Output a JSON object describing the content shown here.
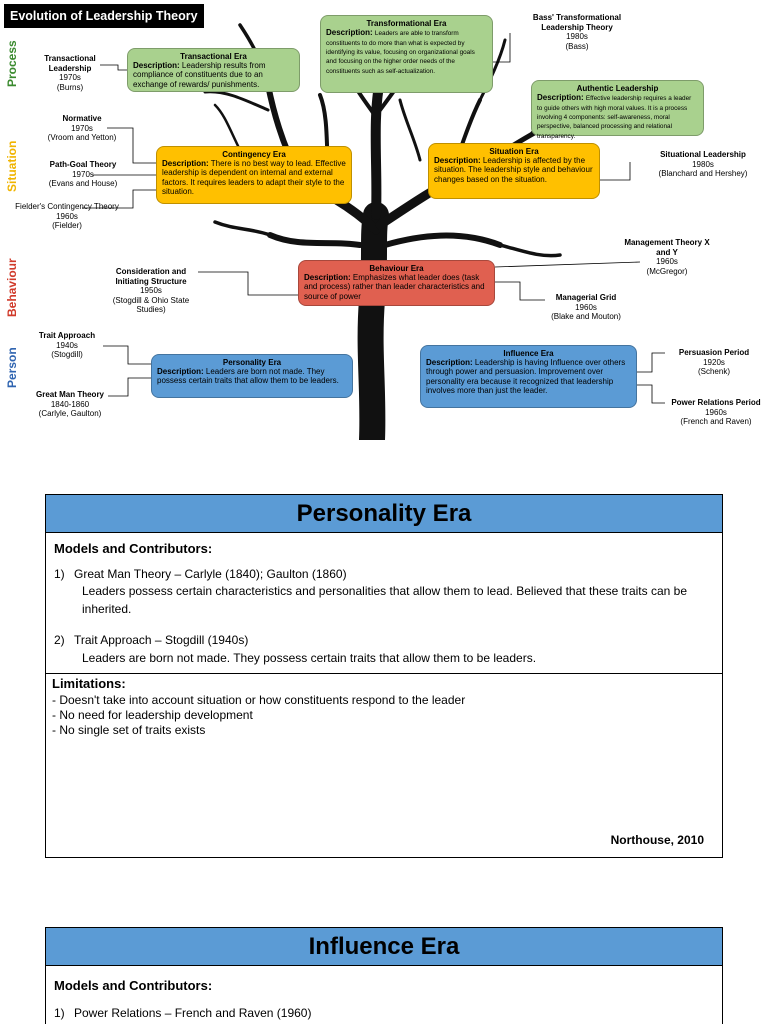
{
  "diagram": {
    "title": "Evolution of Leadership Theory",
    "side_labels": {
      "process": "Process",
      "situation": "Situation",
      "behaviour": "Behaviour",
      "person": "Person"
    },
    "colors": {
      "process": "#3a8a2e",
      "situation": "#f0b400",
      "behaviour": "#d03a2a",
      "person": "#2f64b0",
      "green_box": "#a9d18e",
      "orange_box": "#ffc000",
      "red_box": "#e06050",
      "blue_box": "#5b9bd5"
    },
    "desc_label": "Description:",
    "eras": {
      "transactional": {
        "title": "Transactional Era",
        "desc": "Leadership results from compliance of constituents due to an exchange of rewards/ punishments."
      },
      "transformational": {
        "title": "Transformational Era",
        "desc": "Leaders are able to transform constituents to do more than what is expected by identifying its value, focusing on organizational goals and focusing on the higher order needs of the constituents such as self-actualization."
      },
      "authentic": {
        "title": "Authentic Leadership",
        "desc": "Effective leadership requires a leader to guide others with high moral values. It is a process involving 4 components: self-awareness, moral perspective, balanced processing and relational transparency."
      },
      "contingency": {
        "title": "Contingency Era",
        "desc": "There is no best way to lead. Effective leadership is dependent on internal and external factors. It requires leaders to adapt their style to the situation."
      },
      "situation": {
        "title": "Situation Era",
        "desc": "Leadership is affected by the situation. The leadership style and behaviour changes based on the situation."
      },
      "behaviour": {
        "title": "Behaviour Era",
        "desc": "Emphasizes what leader does (task and process) rather than leader characteristics and source of power"
      },
      "personality": {
        "title": "Personality Era",
        "desc": "Leaders are born not made. They possess certain traits that allow them to be leaders."
      },
      "influence": {
        "title": "Influence Era",
        "desc": "Leadership is having Influence over others through power and persuasion. Improvement over personality era because it recognized that leadership involves more than just the leader."
      }
    },
    "theories": {
      "transactional_leadership": {
        "name": "Transactional Leadership",
        "year": "1970s",
        "author": "(Burns)"
      },
      "bass": {
        "name": "Bass' Transformational Leadership Theory",
        "year": "1980s",
        "author": "(Bass)"
      },
      "normative": {
        "name": "Normative",
        "year": "1970s",
        "author": "(Vroom and Yetton)"
      },
      "path_goal": {
        "name": "Path-Goal Theory",
        "year": "1970s",
        "author": "(Evans and House)"
      },
      "fiedler": {
        "name": "Fielder's Contingency Theory",
        "year": "1960s",
        "author": "(Fielder)"
      },
      "situational": {
        "name": "Situational Leadership",
        "year": "1980s",
        "author": "(Blanchard and Hershey)"
      },
      "management_xy": {
        "name": "Management Theory X and Y",
        "year": "1960s",
        "author": "(McGregor)"
      },
      "consideration": {
        "name": "Consideration and Initiating Structure",
        "year": "1950s",
        "author": "(Stogdill & Ohio State Studies)"
      },
      "managerial_grid": {
        "name": "Managerial Grid",
        "year": "1960s",
        "author": "(Blake and Mouton)"
      },
      "trait_approach": {
        "name": "Trait Approach",
        "year": "1940s",
        "author": "(Stogdill)"
      },
      "great_man": {
        "name": "Great Man Theory",
        "year": "1840-1860",
        "author": "(Carlyle, Gaulton)"
      },
      "persuasion": {
        "name": "Persuasion Period",
        "year": "1920s",
        "author": "(Schenk)"
      },
      "power_relations": {
        "name": "Power Relations Period",
        "year": "1960s",
        "author": "(French and Raven)"
      }
    }
  },
  "personality_section": {
    "heading": "Personality Era",
    "models_title": "Models and Contributors:",
    "items": [
      {
        "num": "1)",
        "title": "Great Man Theory – Carlyle (1840); Gaulton (1860)",
        "detail": "Leaders possess certain characteristics and personalities that allow them to lead.  Believed that these traits can be inherited."
      },
      {
        "num": "2)",
        "title": "Trait Approach – Stogdill (1940s)",
        "detail": "Leaders are born not made. They possess certain traits that allow them to be leaders."
      }
    ],
    "limitations_title": "Limitations:",
    "limitations": [
      "- Doesn't take into account situation or how constituents respond to the leader",
      "- No need for leadership development",
      "- No single set of traits exists"
    ],
    "citation": "Northouse, 2010"
  },
  "influence_section": {
    "heading": "Influence Era",
    "models_title": "Models and Contributors:",
    "items": [
      {
        "num": "1)",
        "title": "Power Relations – French and Raven (1960)"
      }
    ]
  }
}
